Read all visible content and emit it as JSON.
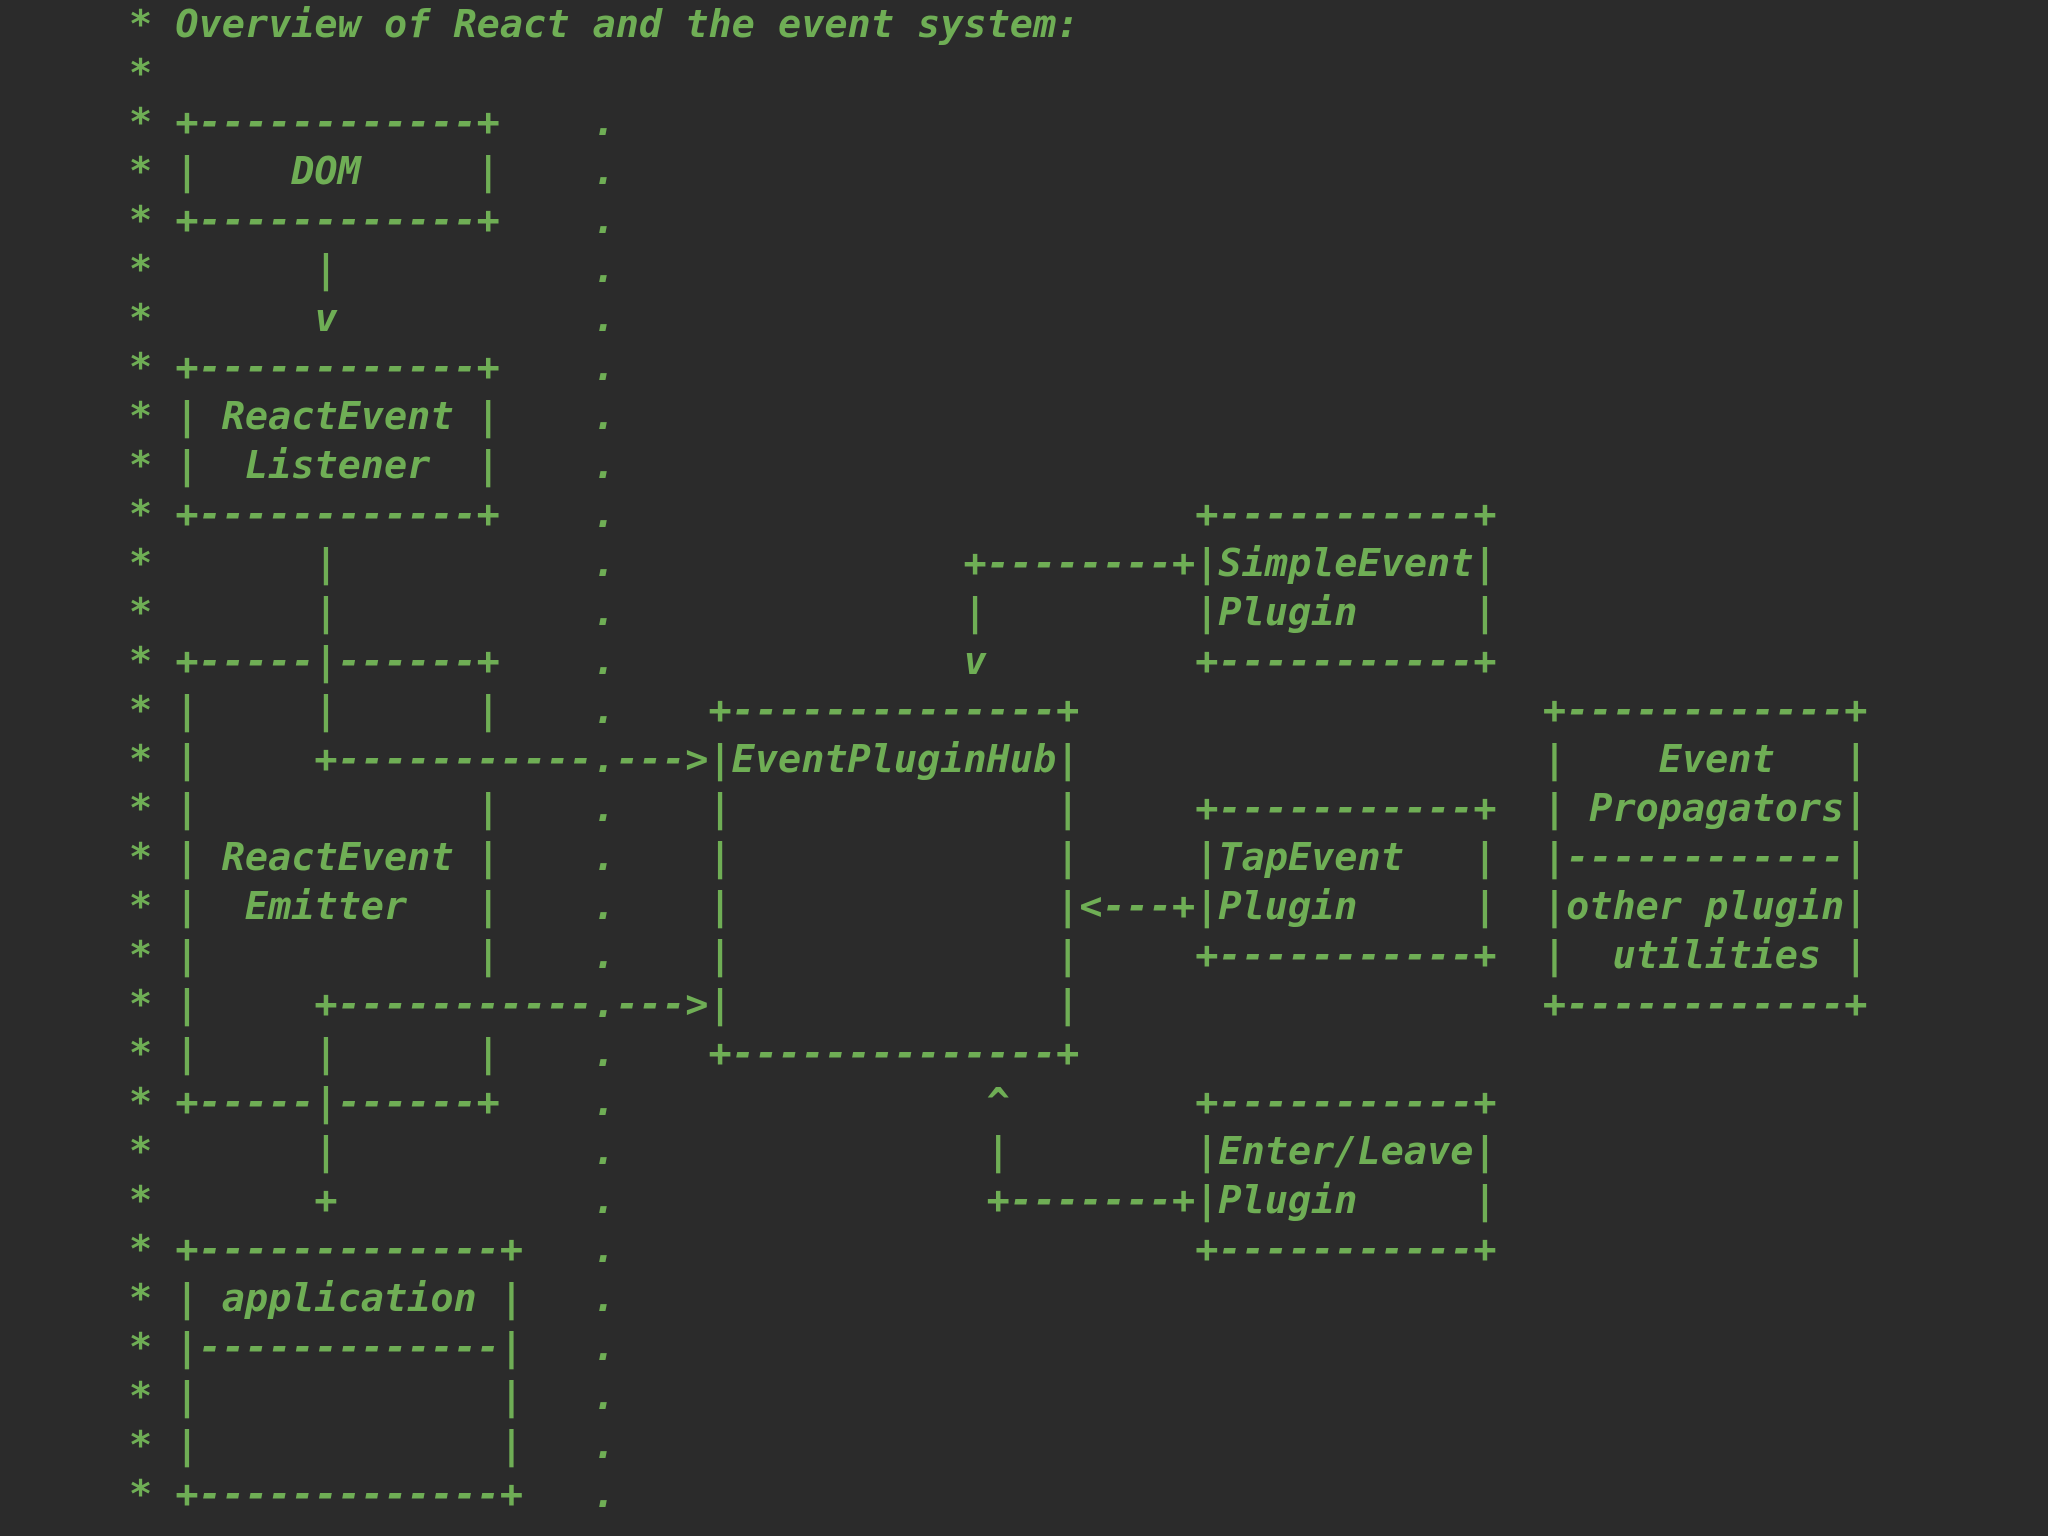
{
  "editor": {
    "background_color": "#2b2b2b",
    "comment_color": "#6fae55"
  },
  "code_comment": {
    "language": "javascript-block-comment",
    "lines": [
      "* Overview of React and the event system:",
      "*",
      "* +------------+    .",
      "* |    DOM     |    .",
      "* +------------+    .",
      "*       |           .",
      "*       v           .",
      "* +------------+    .",
      "* | ReactEvent |    .",
      "* |  Listener  |    .",
      "* +------------+    .                         +-----------+",
      "*       |           .               +--------+|SimpleEvent|",
      "*       |           .               |         |Plugin     |",
      "* +-----|------+    .               v         +-----------+",
      "* |     |      |    .    +--------------+                    +------------+",
      "* |     +-----------.--->|EventPluginHub|                    |    Event   |",
      "* |            |    .    |              |     +-----------+  | Propagators|",
      "* | ReactEvent |    .    |              |     |TapEvent   |  |------------|",
      "* |  Emitter   |    .    |              |<---+|Plugin     |  |other plugin|",
      "* |            |    .    |              |     +-----------+  |  utilities |",
      "* |     +-----------.--->|              |                    +------------+",
      "* |     |      |    .    +--------------+",
      "* +-----|------+    .                ^        +-----------+",
      "*       |           .                |        |Enter/Leave|",
      "*       +           .                +-------+|Plugin     |",
      "* +-------------+   .                         +-----------+",
      "* | application |   .",
      "* |-------------|   .",
      "* |             |   .",
      "* |             |   .",
      "* +-------------+   ."
    ]
  },
  "diagram": {
    "title": "Overview of React and the event system:",
    "nodes": [
      "DOM",
      "ReactEvent Listener",
      "ReactEvent Emitter",
      "application",
      "EventPluginHub",
      "SimpleEvent Plugin",
      "TapEvent Plugin",
      "Enter/Leave Plugin",
      "Event Propagators",
      "other plugin utilities"
    ],
    "edges": [
      "DOM -> ReactEvent Listener",
      "ReactEvent Emitter -> EventPluginHub",
      "ReactEvent Emitter -> EventPluginHub",
      "SimpleEvent Plugin -> EventPluginHub",
      "TapEvent Plugin -> EventPluginHub",
      "Enter/Leave Plugin -> EventPluginHub",
      "ReactEvent Emitter -> application"
    ]
  }
}
